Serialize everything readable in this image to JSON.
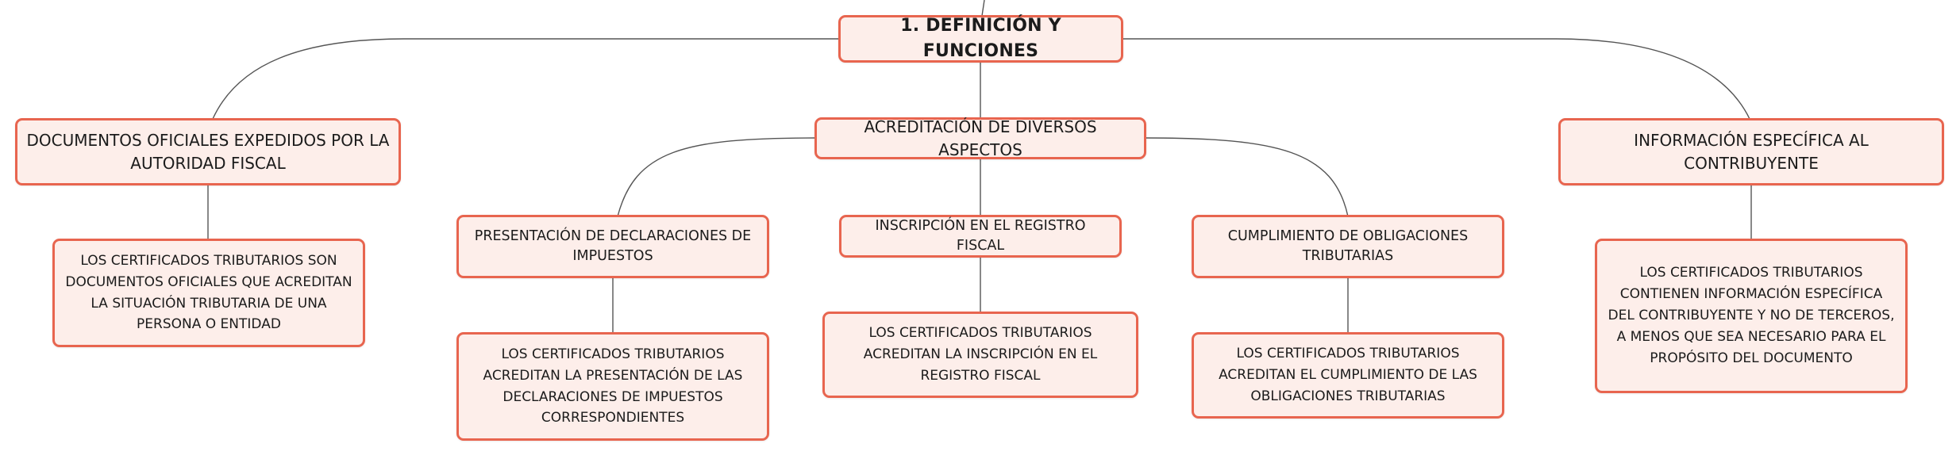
{
  "map": {
    "root": "1. DEFINICIÓN Y FUNCIONES",
    "branches": [
      {
        "title": "DOCUMENTOS OFICIALES EXPEDIDOS POR LA AUTORIDAD FISCAL",
        "detail": "LOS CERTIFICADOS TRIBUTARIOS SON DOCUMENTOS OFICIALES QUE ACREDITAN LA SITUACIÓN TRIBUTARIA DE UNA PERSONA O ENTIDAD"
      },
      {
        "title": "ACREDITACIÓN DE DIVERSOS ASPECTOS",
        "children": [
          {
            "title": "PRESENTACIÓN DE DECLARACIONES DE IMPUESTOS",
            "detail": "LOS CERTIFICADOS TRIBUTARIOS ACREDITAN LA PRESENTACIÓN DE LAS DECLARACIONES DE IMPUESTOS CORRESPONDIENTES"
          },
          {
            "title": "INSCRIPCIÓN EN EL REGISTRO FISCAL",
            "detail": "LOS CERTIFICADOS TRIBUTARIOS ACREDITAN LA INSCRIPCIÓN EN EL REGISTRO FISCAL"
          },
          {
            "title": "CUMPLIMIENTO DE OBLIGACIONES TRIBUTARIAS",
            "detail": "LOS CERTIFICADOS TRIBUTARIOS ACREDITAN EL CUMPLIMIENTO DE LAS OBLIGACIONES TRIBUTARIAS"
          }
        ]
      },
      {
        "title": "INFORMACIÓN ESPECÍFICA AL CONTRIBUYENTE",
        "detail": "LOS CERTIFICADOS TRIBUTARIOS CONTIENEN INFORMACIÓN ESPECÍFICA DEL CONTRIBUYENTE Y NO DE TERCEROS, A MENOS QUE SEA NECESARIO PARA EL PROPÓSITO DEL DOCUMENTO"
      }
    ]
  },
  "colors": {
    "node_border": "#e8654f",
    "node_fill": "#fdeeea",
    "connector": "#555555",
    "text": "#1b1b1b"
  }
}
